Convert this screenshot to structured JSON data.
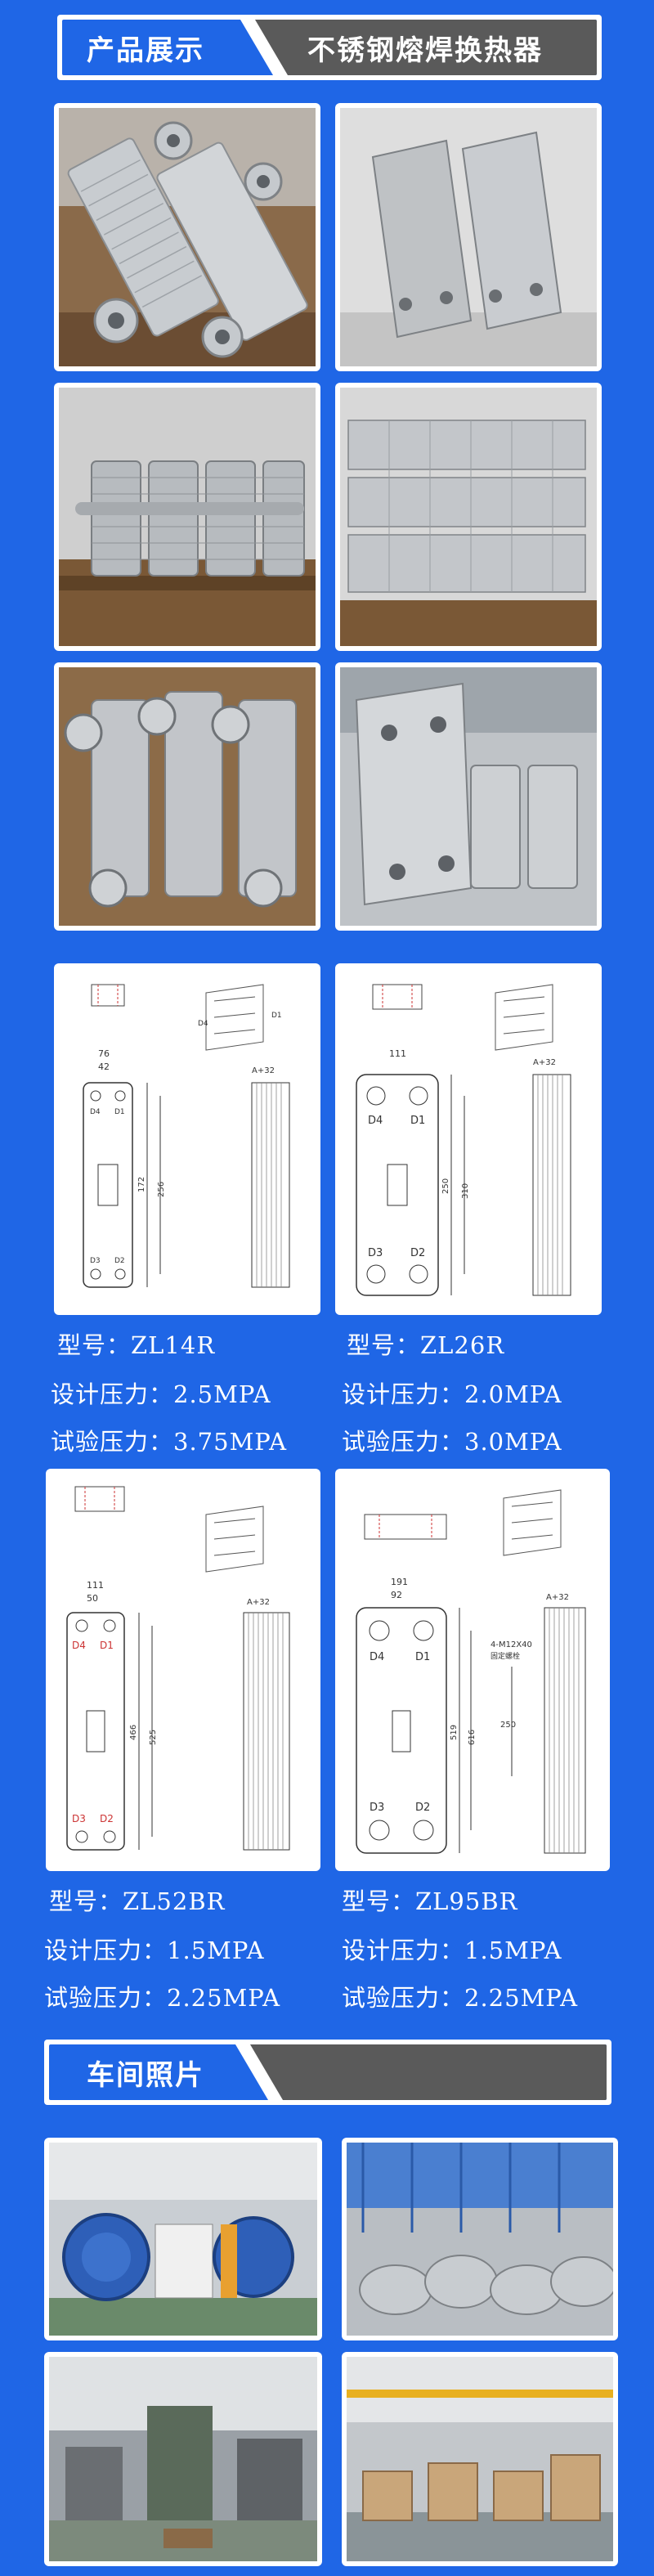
{
  "header": {
    "section_label": "产品展示",
    "title": "不锈钢熔焊换热器"
  },
  "models": [
    {
      "name": "ZL14R",
      "design_pressure": "2.5MPA",
      "test_pressure": "3.75MPA",
      "drawing": {
        "width_dim": "76",
        "port_spacing": "42",
        "height_dim": "256",
        "inner_dim": "172",
        "thickness": "A+32",
        "ports": [
          "D4",
          "D1",
          "D3",
          "D2"
        ]
      }
    },
    {
      "name": "ZL26R",
      "design_pressure": "2.0MPA",
      "test_pressure": "3.0MPA",
      "drawing": {
        "width_dim": "111",
        "port_spacing": "",
        "height_dim": "310",
        "inner_dim": "250",
        "thickness": "A+32",
        "ports": [
          "D4",
          "D1",
          "D3",
          "D2"
        ]
      }
    },
    {
      "name": "ZL52BR",
      "design_pressure": "1.5MPA",
      "test_pressure": "2.25MPA",
      "drawing": {
        "width_dim": "111",
        "port_spacing": "50",
        "height_dim": "525",
        "inner_dim": "466",
        "thickness": "A+32",
        "ports": [
          "D4",
          "D1",
          "D3",
          "D2"
        ]
      }
    },
    {
      "name": "ZL95BR",
      "design_pressure": "1.5MPA",
      "test_pressure": "2.25MPA",
      "drawing": {
        "width_dim": "191",
        "port_spacing": "92",
        "height_dim": "616",
        "inner_dim": "519",
        "thickness": "A+32",
        "bolt_note": "4-M12X40",
        "bolt_note2": "固定螺栓",
        "bolt_dim": "250",
        "ports": [
          "D4",
          "D1",
          "D3",
          "D2"
        ]
      }
    }
  ],
  "labels": {
    "model": "型号：",
    "design_pressure": "设计压力：",
    "test_pressure": "试验压力："
  },
  "workshop": {
    "section_label": "车间照片"
  },
  "colors": {
    "background": "#1f66e6",
    "banner_dark": "#555555",
    "frame": "#ffffff"
  }
}
